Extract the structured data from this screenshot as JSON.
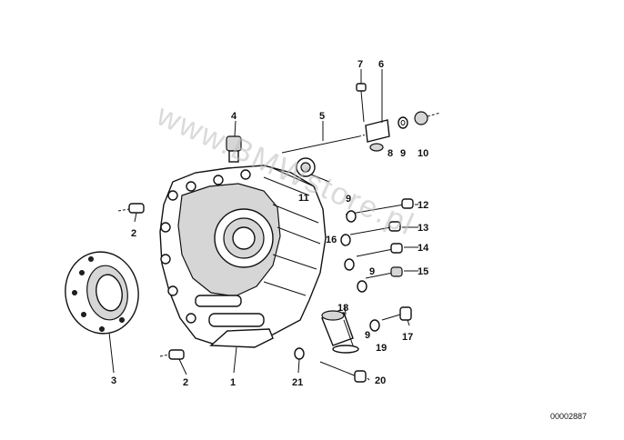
{
  "diagram": {
    "callouts": [
      {
        "id": "c1",
        "text": "1"
      },
      {
        "id": "c2a",
        "text": "2"
      },
      {
        "id": "c2b",
        "text": "2"
      },
      {
        "id": "c3",
        "text": "3"
      },
      {
        "id": "c4",
        "text": "4"
      },
      {
        "id": "c5",
        "text": "5"
      },
      {
        "id": "c6",
        "text": "6"
      },
      {
        "id": "c7",
        "text": "7"
      },
      {
        "id": "c8",
        "text": "8"
      },
      {
        "id": "c9a",
        "text": "9"
      },
      {
        "id": "c9b",
        "text": "9"
      },
      {
        "id": "c9c",
        "text": "9"
      },
      {
        "id": "c9d",
        "text": "9"
      },
      {
        "id": "c10",
        "text": "10"
      },
      {
        "id": "c11",
        "text": "11"
      },
      {
        "id": "c12",
        "text": "12"
      },
      {
        "id": "c13",
        "text": "13"
      },
      {
        "id": "c14",
        "text": "14"
      },
      {
        "id": "c15",
        "text": "15"
      },
      {
        "id": "c16",
        "text": "16"
      },
      {
        "id": "c17",
        "text": "17"
      },
      {
        "id": "c18",
        "text": "18"
      },
      {
        "id": "c19",
        "text": "19"
      },
      {
        "id": "c20",
        "text": "20"
      },
      {
        "id": "c21",
        "text": "21"
      }
    ],
    "watermark": "www.BMWstore.pl",
    "drawing_code": "00002887"
  }
}
